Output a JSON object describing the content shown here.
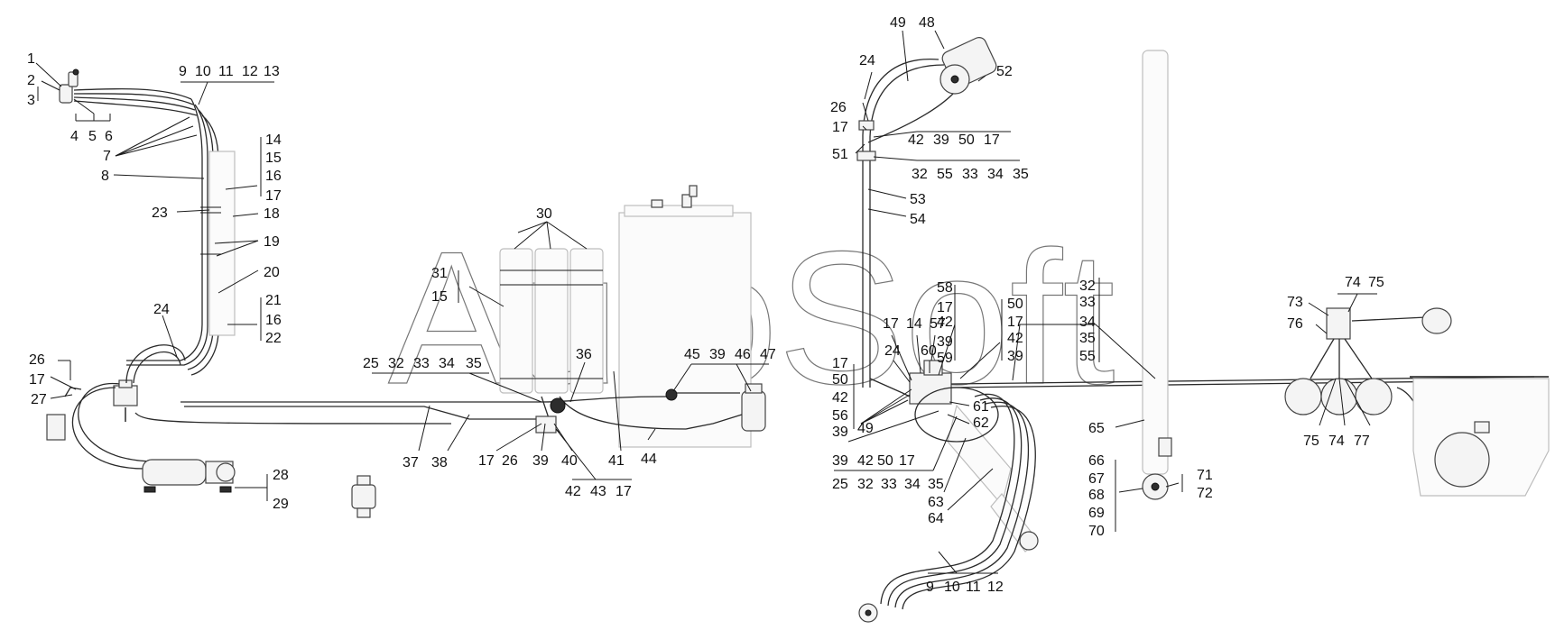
{
  "watermark": "AutoSoft",
  "labels": {
    "l1": "1",
    "l2": "2",
    "l3": "3",
    "l4": "4",
    "l5": "5",
    "l6": "6",
    "l7": "7",
    "l8": "8",
    "l9a": "9",
    "l10a": "10",
    "l11a": "11",
    "l12a": "12",
    "l13": "13",
    "l14a": "14",
    "l15a": "15",
    "l16a": "16",
    "l17a": "17",
    "l18": "18",
    "l19": "19",
    "l20": "20",
    "l21": "21",
    "l16b": "16",
    "l22": "22",
    "l23": "23",
    "l24a": "24",
    "l26a": "26",
    "l17b": "17",
    "l27": "27",
    "l28": "28",
    "l29": "29",
    "l30": "30",
    "l31": "31",
    "l15b": "15",
    "l25a": "25",
    "l32a": "32",
    "l33a": "33",
    "l34a": "34",
    "l35a": "35",
    "l36": "36",
    "l45": "45",
    "l39a": "39",
    "l46": "46",
    "l47": "47",
    "l37": "37",
    "l38": "38",
    "l17c": "17",
    "l26b": "26",
    "l39b": "39",
    "l40": "40",
    "l41": "41",
    "l44": "44",
    "l42a": "42",
    "l43": "43",
    "l17d": "17",
    "l49a": "49",
    "l48": "48",
    "l24b": "24",
    "l52": "52",
    "l26c": "26",
    "l17e": "17",
    "l42b": "42",
    "l39c": "39",
    "l50a": "50",
    "l17f": "17",
    "l51": "51",
    "l32b": "32",
    "l55a": "55",
    "l33b": "33",
    "l34b": "34",
    "l35b": "35",
    "l53": "53",
    "l54": "54",
    "l58": "58",
    "l17g": "17",
    "l42c": "42",
    "l39d": "39",
    "l59": "59",
    "l50b": "50",
    "l17h": "17",
    "l42d": "42",
    "l39e": "39",
    "l17i": "17",
    "l14b": "14",
    "l57": "57",
    "l24c": "24",
    "l60": "60",
    "l17j": "17",
    "l50c": "50",
    "l42e": "42",
    "l56": "56",
    "l39f": "39",
    "l49b": "49",
    "l61": "61",
    "l62": "62",
    "l39g": "39",
    "l42f": "42",
    "l50d": "50",
    "l17k": "17",
    "l25b": "25",
    "l32c": "32",
    "l33c": "33",
    "l34c": "34",
    "l35c": "35",
    "l63": "63",
    "l64": "64",
    "l9b": "9",
    "l10b": "10",
    "l11b": "11",
    "l12b": "12",
    "l32d": "32",
    "l33d": "33",
    "l34d": "34",
    "l35d": "35",
    "l55b": "55",
    "l65": "65",
    "l66": "66",
    "l67": "67",
    "l68": "68",
    "l69": "69",
    "l70": "70",
    "l71": "71",
    "l72": "72",
    "l73": "73",
    "l74a": "74",
    "l75a": "75",
    "l76": "76",
    "l75b": "75",
    "l74b": "74",
    "l77": "77"
  }
}
